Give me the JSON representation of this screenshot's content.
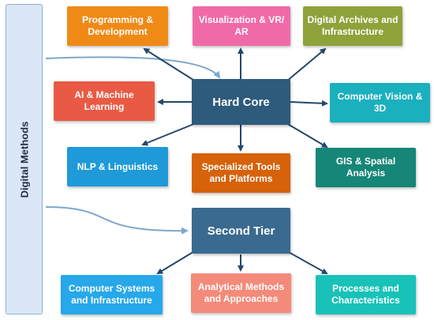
{
  "sidebar": {
    "label": "Digital Methods",
    "color": "#dbe7f6",
    "border": "#8fb0d8"
  },
  "hard_core": {
    "label": "Hard Core",
    "color": "#2e5a7c"
  },
  "second_tier": {
    "label": "Second Tier",
    "color": "#3a6a90"
  },
  "nodes": {
    "programming": {
      "label": "Programming & Development",
      "color": "#f08a16"
    },
    "visualization": {
      "label": "Visualization & VR/ AR",
      "color": "#f06aa8"
    },
    "archives": {
      "label": "Digital Archives and Infrastructure",
      "color": "#8ea23a"
    },
    "ai": {
      "label": "AI & Machine Learning",
      "color": "#e85a44"
    },
    "cv": {
      "label": "Computer Vision & 3D",
      "color": "#1ab0be"
    },
    "nlp": {
      "label": "NLP & Linguistics",
      "color": "#1e9ad8"
    },
    "tools": {
      "label": "Specialized Tools and Platforms",
      "color": "#d6620a"
    },
    "gis": {
      "label": "GIS & Spatial Analysis",
      "color": "#158678"
    },
    "systems": {
      "label": "Computer Systems and Infrastructure",
      "color": "#26a8ea"
    },
    "analytical": {
      "label": "Analytical Methods and Approaches",
      "color": "#f48a7a"
    },
    "processes": {
      "label": "Processes and Characteristics",
      "color": "#18c2b8"
    }
  },
  "colors": {
    "arrow": "#24486a",
    "connector": "#7ea8cc"
  }
}
